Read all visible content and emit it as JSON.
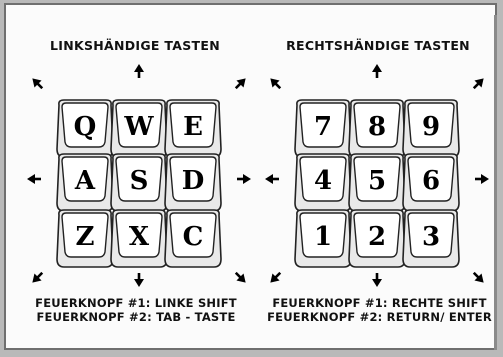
{
  "left": {
    "heading": "LINKSHÄNDIGE TASTEN",
    "keys": [
      "Q",
      "W",
      "E",
      "A",
      "S",
      "D",
      "Z",
      "X",
      "C"
    ],
    "fire1": "FEUERKNOPF #1: LINKE SHIFT",
    "fire2": "FEUERKNOPF #2: TAB - TASTE"
  },
  "right": {
    "heading": "RECHTSHÄNDIGE TASTEN",
    "keys": [
      "7",
      "8",
      "9",
      "4",
      "5",
      "6",
      "1",
      "2",
      "3"
    ],
    "fire1": "FEUERKNOPF #1: RECHTE SHIFT",
    "fire2": "FEUERKNOPF #2: RETURN/ ENTER"
  },
  "arrow_icons": [
    "arrow-up-left-icon",
    "arrow-up-icon",
    "arrow-up-right-icon",
    "arrow-left-icon",
    "arrow-right-icon",
    "arrow-down-left-icon",
    "arrow-down-icon",
    "arrow-down-right-icon"
  ],
  "colors": {
    "page": "#fbfbfb",
    "border": "#6f6f6f",
    "text": "#111111"
  }
}
